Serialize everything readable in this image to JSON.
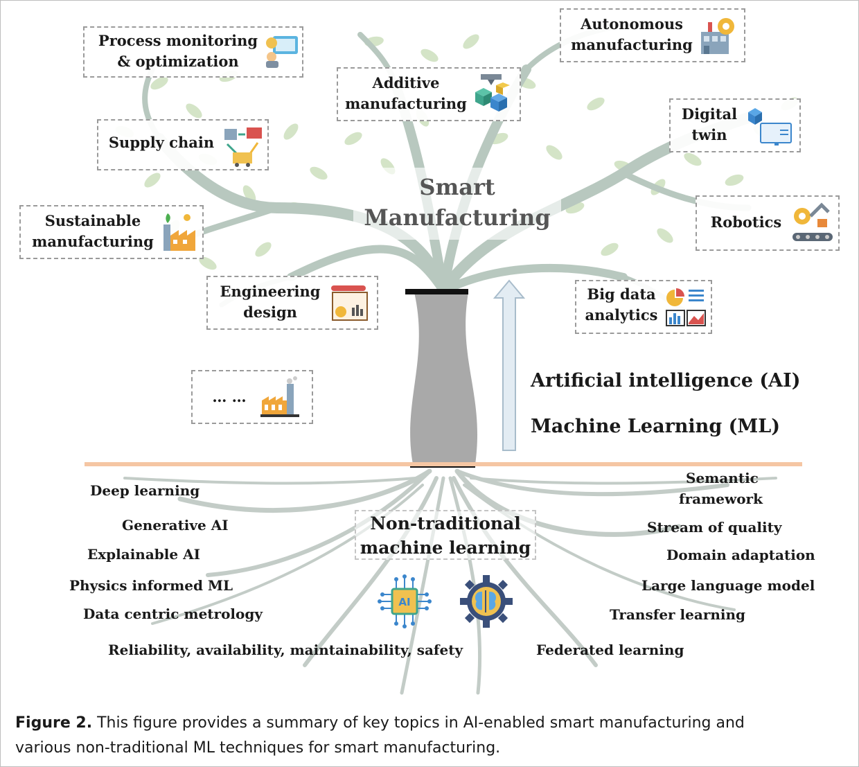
{
  "title": {
    "line1": "Smart",
    "line2": "Manufacturing"
  },
  "applications": [
    {
      "line1": "Process monitoring",
      "line2": "& optimization",
      "icon": "monitoring-icon"
    },
    {
      "line1": "Autonomous",
      "line2": "manufacturing",
      "icon": "factory-gear-icon"
    },
    {
      "line1": "Additive",
      "line2": "manufacturing",
      "icon": "3d-printer-icon"
    },
    {
      "line1": "Digital",
      "line2": "twin",
      "icon": "digital-twin-icon"
    },
    {
      "line1": "Supply chain",
      "icon": "supply-chain-icon"
    },
    {
      "line1": "Sustainable",
      "line2": "manufacturing",
      "icon": "green-factory-icon"
    },
    {
      "line1": "Robotics",
      "icon": "robot-arm-icon"
    },
    {
      "line1": "Engineering",
      "line2": "design",
      "icon": "blueprint-icon"
    },
    {
      "line1": "Big data",
      "line2": "analytics",
      "icon": "analytics-chart-icon"
    },
    {
      "line1": "… …",
      "icon": "factory-icon"
    }
  ],
  "trunk": {
    "line1": "Artificial intelligence (AI)",
    "line2": "Machine Learning (ML)"
  },
  "roots_center": {
    "line1": "Non-traditional",
    "line2": "machine learning",
    "chip_text": "AI"
  },
  "roots_left": [
    "Deep learning",
    "Generative AI",
    "Explainable AI",
    "Physics informed ML",
    "Data centric metrology",
    "Reliability, availability, maintainability, safety"
  ],
  "roots_right": [
    "Semantic",
    "framework",
    "Stream of quality",
    "Domain adaptation",
    "Large language model",
    "Transfer learning",
    "Federated learning"
  ],
  "caption": {
    "label": "Figure 2.",
    "line1": " This figure provides a summary of key topics in AI-enabled smart manufacturing and",
    "line2": "various non-traditional ML techniques for smart manufacturing."
  },
  "colors": {
    "branch": "#b9c9c0",
    "leaf": "#cfdfbf",
    "trunk": "#a9a9a9",
    "ground": "#f5c6a3",
    "arrow": "#dfe9f0",
    "roots": "#bfc9c4"
  }
}
